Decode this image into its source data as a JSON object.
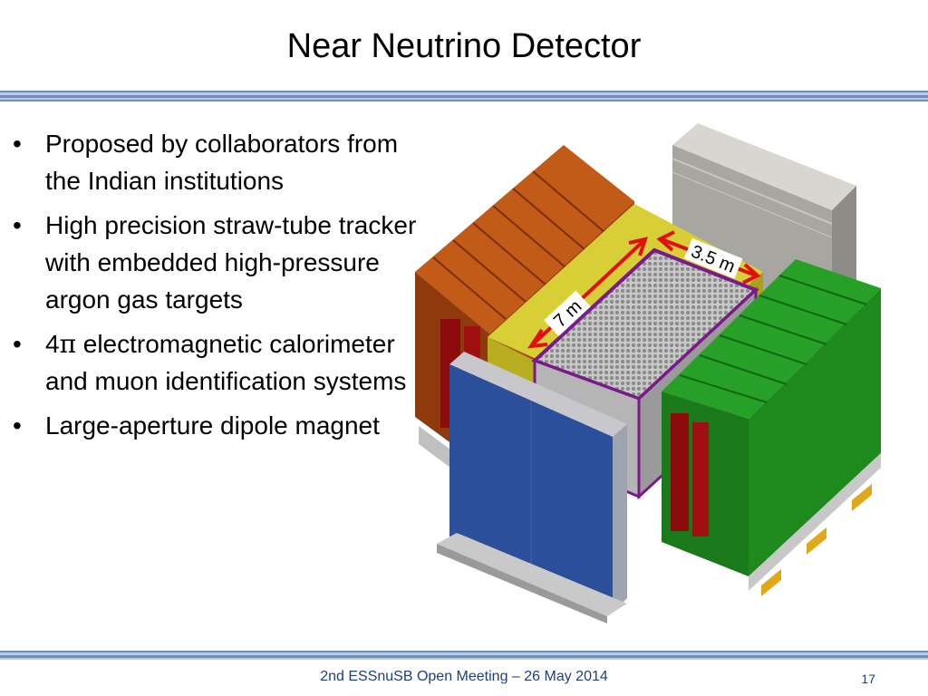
{
  "slide": {
    "title": "Near Neutrino Detector",
    "bullets": [
      {
        "text": "Proposed by collaborators from the Indian institutions"
      },
      {
        "text": "High precision straw-tube tracker with embedded high-pressure argon gas targets"
      },
      {
        "prefix": "4",
        "symbol": "π",
        "text": " electromagnetic calorimeter and muon identification systems"
      },
      {
        "text": "Large-aperture dipole magnet"
      }
    ],
    "footer": "2nd ESSnuSB Open Meeting – 26 May 2014",
    "page_number": "17"
  },
  "figure": {
    "dimension_width": "3.5 m",
    "dimension_length": "7 m"
  },
  "colors": {
    "rule_blue": "#6d8fc0",
    "rule_light": "#b9cbe6",
    "footer_text": "#1f3f7a",
    "yoke_orange": "#b24a12",
    "yoke_green": "#1e8a1e",
    "coil_red": "#8b0a0a",
    "panel_blue": "#2c4f9c",
    "panel_gray": "#a8a6a0",
    "frame_yellow": "#c9c02a",
    "tracker_purple": "#7a1a8a",
    "arrow_red": "#e01010"
  }
}
